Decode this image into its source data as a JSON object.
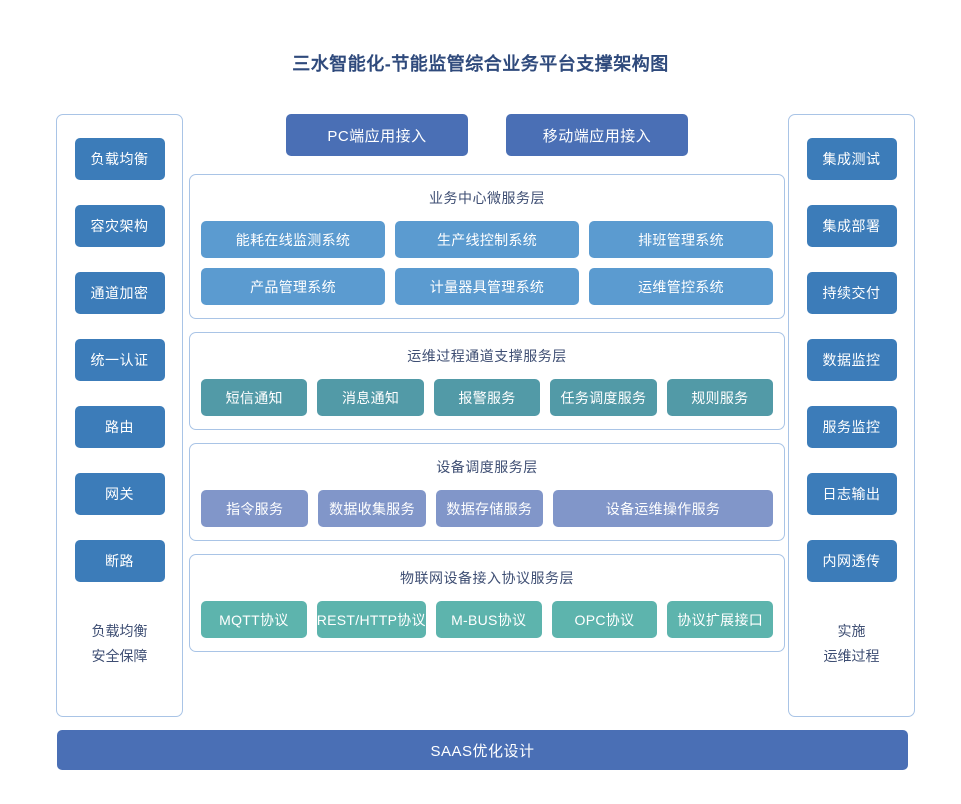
{
  "title": "三水智能化-节能监管综合业务平台支撑架构图",
  "colors": {
    "title_text": "#2f4a7c",
    "panel_border": "#a9c4e6",
    "side_button": "#3c7cb9",
    "access_button": "#4a6fb5",
    "business_node": "#5b9bd0",
    "ops_node": "#529aa7",
    "device_node": "#8196c9",
    "protocol_node": "#5db4ad",
    "bottom_bar": "#4a6fb5"
  },
  "left_sidebar": {
    "items": [
      {
        "label": "负载均衡"
      },
      {
        "label": "容灾架构"
      },
      {
        "label": "通道加密"
      },
      {
        "label": "统一认证"
      },
      {
        "label": "路由"
      },
      {
        "label": "网关"
      },
      {
        "label": "断路"
      }
    ],
    "footer_line1": "负载均衡",
    "footer_line2": "安全保障"
  },
  "right_sidebar": {
    "items": [
      {
        "label": "集成测试"
      },
      {
        "label": "集成部署"
      },
      {
        "label": "持续交付"
      },
      {
        "label": "数据监控"
      },
      {
        "label": "服务监控"
      },
      {
        "label": "日志输出"
      },
      {
        "label": "内网透传"
      }
    ],
    "footer_line1": "实施",
    "footer_line2": "运维过程"
  },
  "access_buttons": [
    {
      "label": "PC端应用接入"
    },
    {
      "label": "移动端应用接入"
    }
  ],
  "layers": [
    {
      "title": "业务中心微服务层",
      "rows": [
        [
          {
            "label": "能耗在线监测系统"
          },
          {
            "label": "生产线控制系统"
          },
          {
            "label": "排班管理系统"
          }
        ],
        [
          {
            "label": "产品管理系统"
          },
          {
            "label": "计量器具管理系统"
          },
          {
            "label": "运维管控系统"
          }
        ]
      ]
    },
    {
      "title": "运维过程通道支撑服务层",
      "rows": [
        [
          {
            "label": "短信通知"
          },
          {
            "label": "消息通知"
          },
          {
            "label": "报警服务"
          },
          {
            "label": "任务调度服务"
          },
          {
            "label": "规则服务"
          }
        ]
      ]
    },
    {
      "title": "设备调度服务层",
      "rows": [
        [
          {
            "label": "指令服务"
          },
          {
            "label": "数据收集服务"
          },
          {
            "label": "数据存储服务"
          },
          {
            "label": "设备运维操作服务"
          }
        ]
      ]
    },
    {
      "title": "物联网设备接入协议服务层",
      "rows": [
        [
          {
            "label": "MQTT协议"
          },
          {
            "label": "REST/HTTP协议"
          },
          {
            "label": "M-BUS协议"
          },
          {
            "label": "OPC协议"
          },
          {
            "label": "协议扩展接口"
          }
        ]
      ]
    }
  ],
  "bottom_bar": {
    "label": "SAAS优化设计"
  }
}
